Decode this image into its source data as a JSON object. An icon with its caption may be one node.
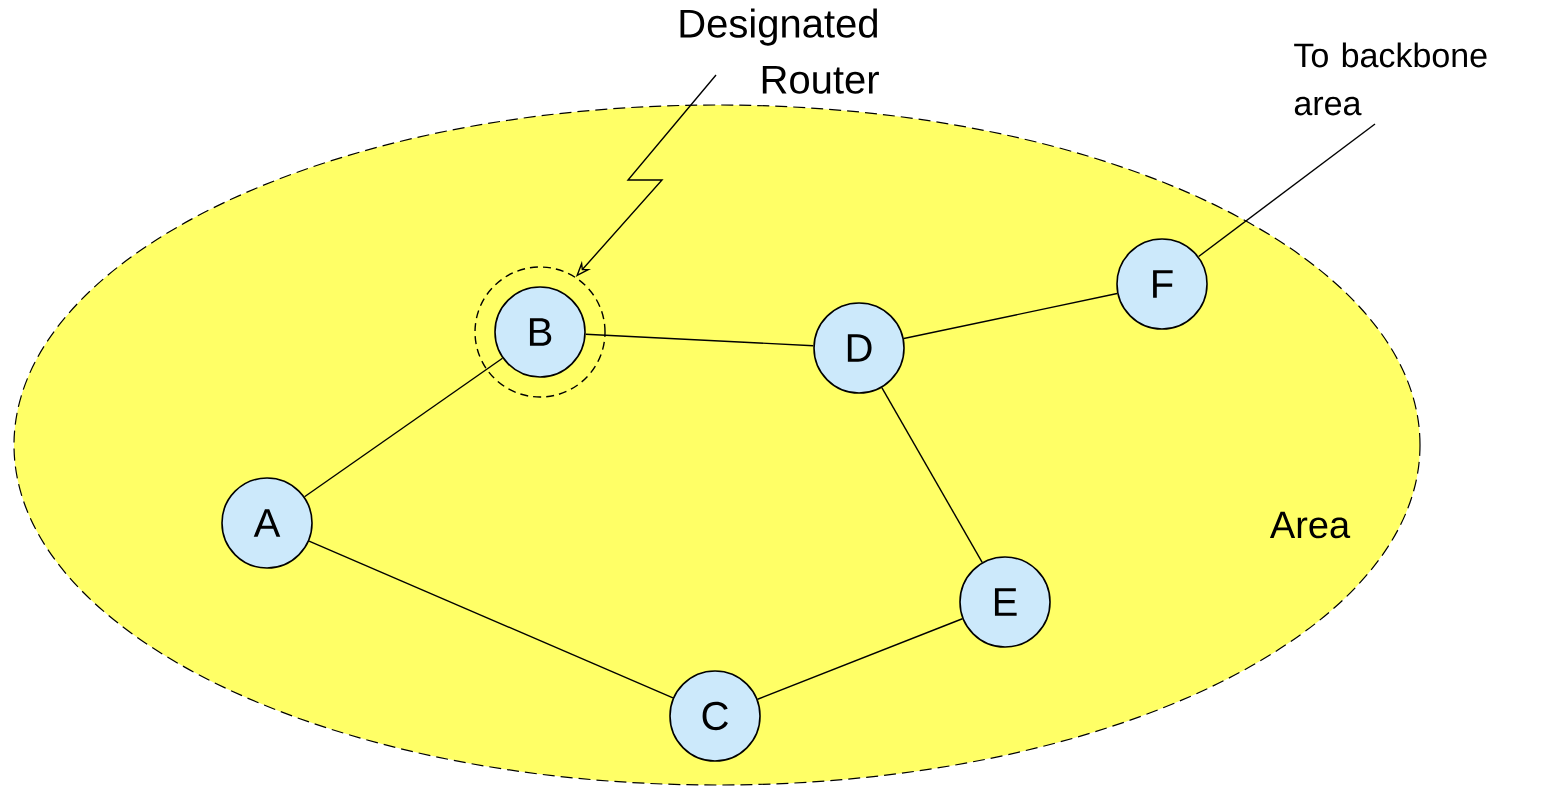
{
  "diagram": {
    "nodes": [
      {
        "text": [
          "Area"
        ]
      },
      {
        "text": [
          "Designated Router"
        ]
      },
      {
        "text": [
          "To backbone area"
        ]
      },
      {
        "text": [],
        "shape": "circle",
        "in": 0
      },
      {
        "text": [
          "B"
        ],
        "in": 3
      },
      {
        "text": [
          "D"
        ],
        "in": 0
      },
      {
        "text": [
          "F"
        ],
        "in": 0
      },
      {
        "text": [
          "A"
        ],
        "in": 0
      },
      {
        "text": [
          "E"
        ],
        "in": 0
      },
      {
        "text": [
          "C"
        ],
        "in": 0
      }
    ],
    "edges": [
      {
        "from": 1,
        "to": 3,
        "arrow": "to"
      },
      {
        "from": 2,
        "to": 6,
        "arrow": "none"
      },
      {
        "from": 4,
        "to": 5,
        "arrow": "none"
      },
      {
        "from": 5,
        "to": 6,
        "arrow": "none"
      },
      {
        "from": 7,
        "to": 4,
        "arrow": "none"
      },
      {
        "from": 5,
        "to": 8,
        "arrow": "none"
      },
      {
        "from": 7,
        "to": 9,
        "arrow": "none"
      },
      {
        "from": 9,
        "to": 8,
        "arrow": "none"
      }
    ]
  }
}
